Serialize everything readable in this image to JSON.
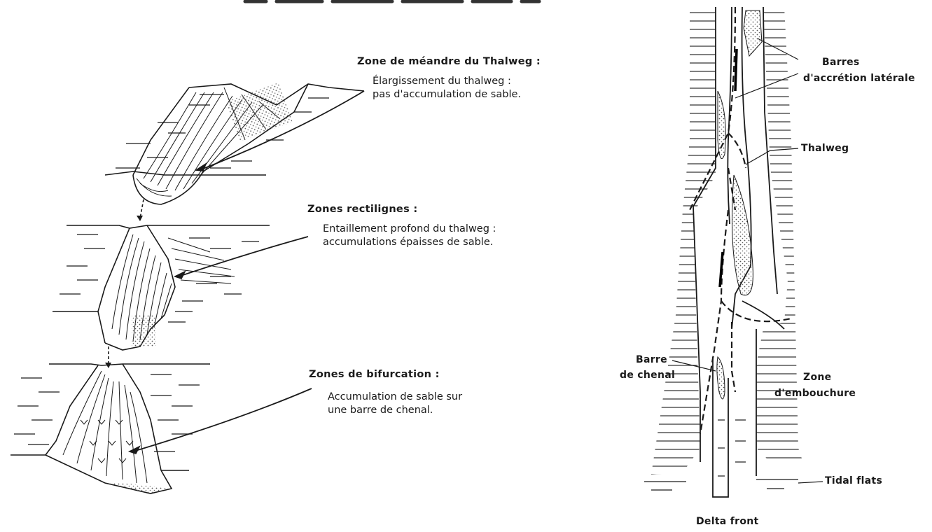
{
  "left_zones": {
    "meandre": {
      "title": "Zone de méandre du Thalweg :",
      "desc1": "Élargissement du thalweg :",
      "desc2": "pas d'accumulation de sable."
    },
    "rectilignes": {
      "title": "Zones rectilignes :",
      "desc1": "Entaillement profond du thalweg :",
      "desc2": "accumulations épaisses de sable."
    },
    "bifurcation": {
      "title": "Zones de bifurcation :",
      "desc1": "Accumulation de sable sur",
      "desc2": "une barre de chenal."
    }
  },
  "right_labels": {
    "barres_line1": "Barres",
    "barres_line2": "d'accrétion latérale",
    "thalweg": "Thalweg",
    "barre_chenal_line1": "Barre",
    "barre_chenal_line2": "de chenal",
    "zone_line1": "Zone",
    "zone_line2": "d'embouchure",
    "tidal_flats": "Tidal flats",
    "delta_front": "Delta front"
  },
  "colors": {
    "ink": "#1a1a1a",
    "paper": "#ffffff",
    "stipple": "#555555"
  }
}
